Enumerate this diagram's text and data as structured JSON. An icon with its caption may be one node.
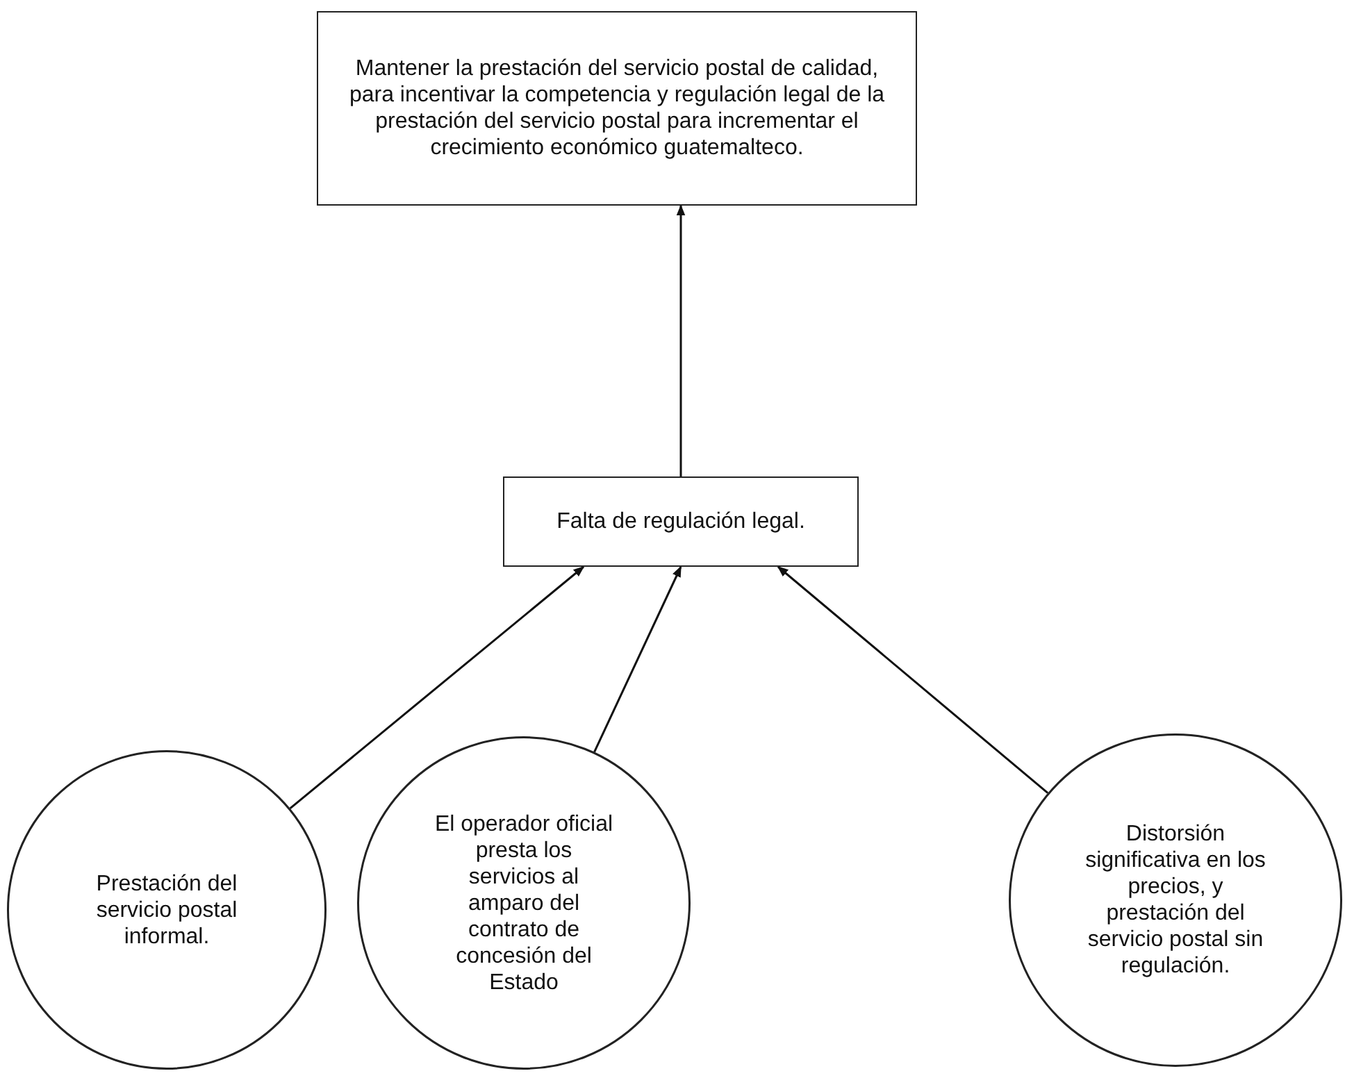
{
  "diagram": {
    "nodes": [
      {
        "text": [
          "Mantener la prestación del servicio postal de calidad, para incentivar la competencia y regulación legal de la prestación del servicio postal para incrementar el crecimiento económico guatemalteco."
        ]
      },
      {
        "text": [
          "Falta de regulación legal."
        ]
      },
      {
        "text": [
          "Prestación del servicio postal informal."
        ]
      },
      {
        "text": [
          "El operador oficial presta los servicios al amparo del contrato de concesión del Estado"
        ]
      },
      {
        "text": [
          "Distorsión significativa en los precios, y prestación del servicio postal sin regulación."
        ]
      }
    ],
    "edges": [
      {
        "from": 1,
        "to": 0,
        "arrow": "to"
      },
      {
        "from": 2,
        "to": 1,
        "arrow": "to"
      },
      {
        "from": 3,
        "to": 1,
        "arrow": "to"
      },
      {
        "from": 4,
        "to": 1,
        "arrow": "to"
      }
    ]
  }
}
